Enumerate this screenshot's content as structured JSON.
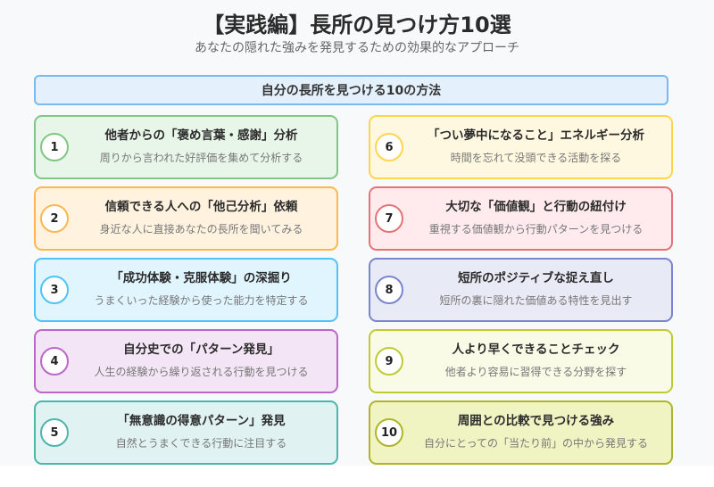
{
  "header": {
    "title": "【実践編】長所の見つけ方10選",
    "subtitle": "あなたの隠れた強みを発見するための効果的なアプローチ"
  },
  "banner": {
    "label": "自分の長所を見つける10の方法"
  },
  "methods": [
    {
      "number": "1",
      "title": "他者からの「褒め言葉・感謝」分析",
      "description": "周りから言われた好評価を集めて分析する",
      "bg": "#e8f5e9",
      "border": "#81c784"
    },
    {
      "number": "2",
      "title": "信頼できる人への「他己分析」依頼",
      "description": "身近な人に直接あなたの長所を聞いてみる",
      "bg": "#fff3e0",
      "border": "#ffb74d"
    },
    {
      "number": "3",
      "title": "「成功体験・克服体験」の深掘り",
      "description": "うまくいった経験から使った能力を特定する",
      "bg": "#e1f5fe",
      "border": "#4fc3f7"
    },
    {
      "number": "4",
      "title": "自分史での「パターン発見」",
      "description": "人生の経験から繰り返される行動を見つける",
      "bg": "#f3e5f5",
      "border": "#ba68c8"
    },
    {
      "number": "5",
      "title": "「無意識の得意パターン」発見",
      "description": "自然とうまくできる行動に注目する",
      "bg": "#e0f2f1",
      "border": "#4db6ac"
    },
    {
      "number": "6",
      "title": "「つい夢中になること」エネルギー分析",
      "description": "時間を忘れて没頭できる活動を探る",
      "bg": "#fff8e1",
      "border": "#ffd54f"
    },
    {
      "number": "7",
      "title": "大切な「価値観」と行動の紐付け",
      "description": "重視する価値観から行動パターンを見つける",
      "bg": "#ffebee",
      "border": "#e57373"
    },
    {
      "number": "8",
      "title": "短所のポジティブな捉え直し",
      "description": "短所の裏に隠れた価値ある特性を見出す",
      "bg": "#e8eaf6",
      "border": "#7986cb"
    },
    {
      "number": "9",
      "title": "人より早くできることチェック",
      "description": "他者より容易に習得できる分野を探す",
      "bg": "#f9fbe7",
      "border": "#c0ca33"
    },
    {
      "number": "10",
      "title": "周囲との比較で見つける強み",
      "description": "自分にとっての「当たり前」の中から発見する",
      "bg": "#f0f4c3",
      "border": "#afb42b"
    }
  ]
}
